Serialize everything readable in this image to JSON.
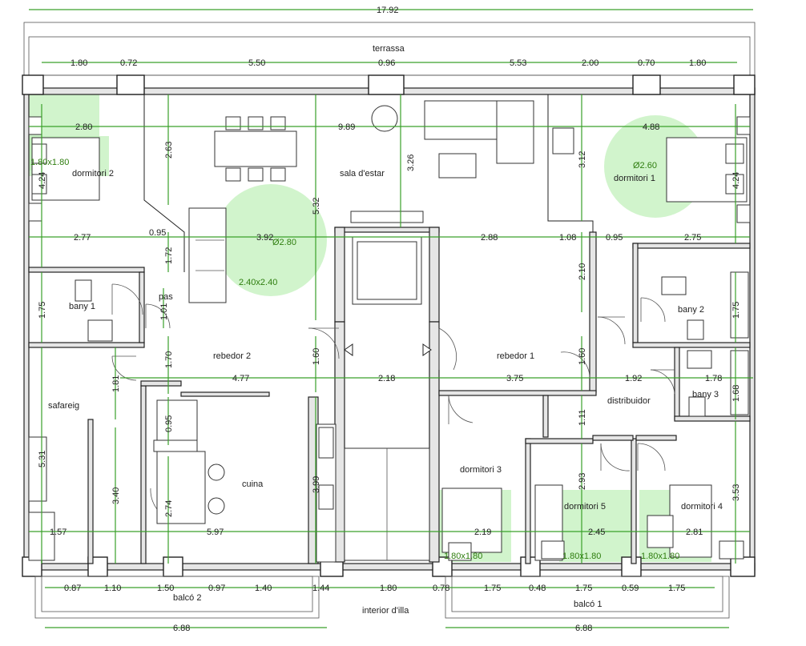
{
  "rooms": {
    "terrassa": "terrassa",
    "dormitori2": "dormitori 2",
    "sala": "sala d'estar",
    "dormitori1": "dormitori 1",
    "bany1": "bany 1",
    "pas": "pas",
    "bany2": "bany 2",
    "rebedor2": "rebedor 2",
    "rebedor1": "rebedor 1",
    "safareig": "safareig",
    "distribuidor": "distribuidor",
    "bany3": "bany 3",
    "cuina": "cuina",
    "dormitori3": "dormitori 3",
    "dormitori5": "dormitori 5",
    "dormitori4": "dormitori 4",
    "balco2": "balcó 2",
    "balco1": "balcó 1",
    "interior": "interior d'illa"
  },
  "dims": {
    "total": "17.92",
    "t1": "1.80",
    "t2": "0.72",
    "t3": "5.50",
    "t4": "0.96",
    "t5": "5.53",
    "t6": "2.00",
    "t7": "0.70",
    "t8": "1.80",
    "d2w": "2.80",
    "salaw": "9.89",
    "d1w": "4.88",
    "h263": "2.63",
    "h532": "5.32",
    "h326": "3.26",
    "h312": "3.12",
    "h424a": "4.24",
    "h424b": "4.24",
    "r277": "2.77",
    "r095a": "0.95",
    "r392": "3.92",
    "r288": "2.88",
    "r108": "1.08",
    "r095b": "0.95",
    "r275": "2.75",
    "h172": "1.72",
    "h210": "2.10",
    "h175a": "1.75",
    "h101": "1.01",
    "h175b": "1.75",
    "h170": "1.70",
    "h160a": "1.60",
    "h160b": "1.60",
    "h181": "1.81",
    "r477": "4.77",
    "r218": "2.18",
    "r375": "3.75",
    "r192": "1.92",
    "r178": "1.78",
    "h168": "1.68",
    "h095": "0.95",
    "h111": "1.11",
    "h531": "5.31",
    "h340": "3.40",
    "h399": "3.99",
    "h293": "2.93",
    "h353": "3.53",
    "h274": "2.74",
    "b157": "1.57",
    "b597": "5.97",
    "b219": "2.19",
    "b245": "2.45",
    "b281": "2.81",
    "s087": "0.87",
    "s110": "1.10",
    "s150": "1.50",
    "s097": "0.97",
    "s140": "1.40",
    "s144": "1.44",
    "s180": "1.80",
    "s078": "0.78",
    "s175a": "1.75",
    "s048": "0.48",
    "s175b": "1.75",
    "s059": "0.59",
    "s175c": "1.75",
    "w688a": "6.88",
    "w688b": "6.88"
  },
  "zones": {
    "z1": "1.80x1.80",
    "z2": "Ø2.80",
    "z3": "2.40x2.40",
    "z4": "Ø2.60",
    "z5": "1.80x1.80",
    "z6": "1.80x1.80",
    "z7": "1.80x1.80"
  },
  "colors": {
    "accessible_zone": "#bdf0b6",
    "accessible_line": "#3aa12a",
    "wall": "#e6e6e6"
  }
}
